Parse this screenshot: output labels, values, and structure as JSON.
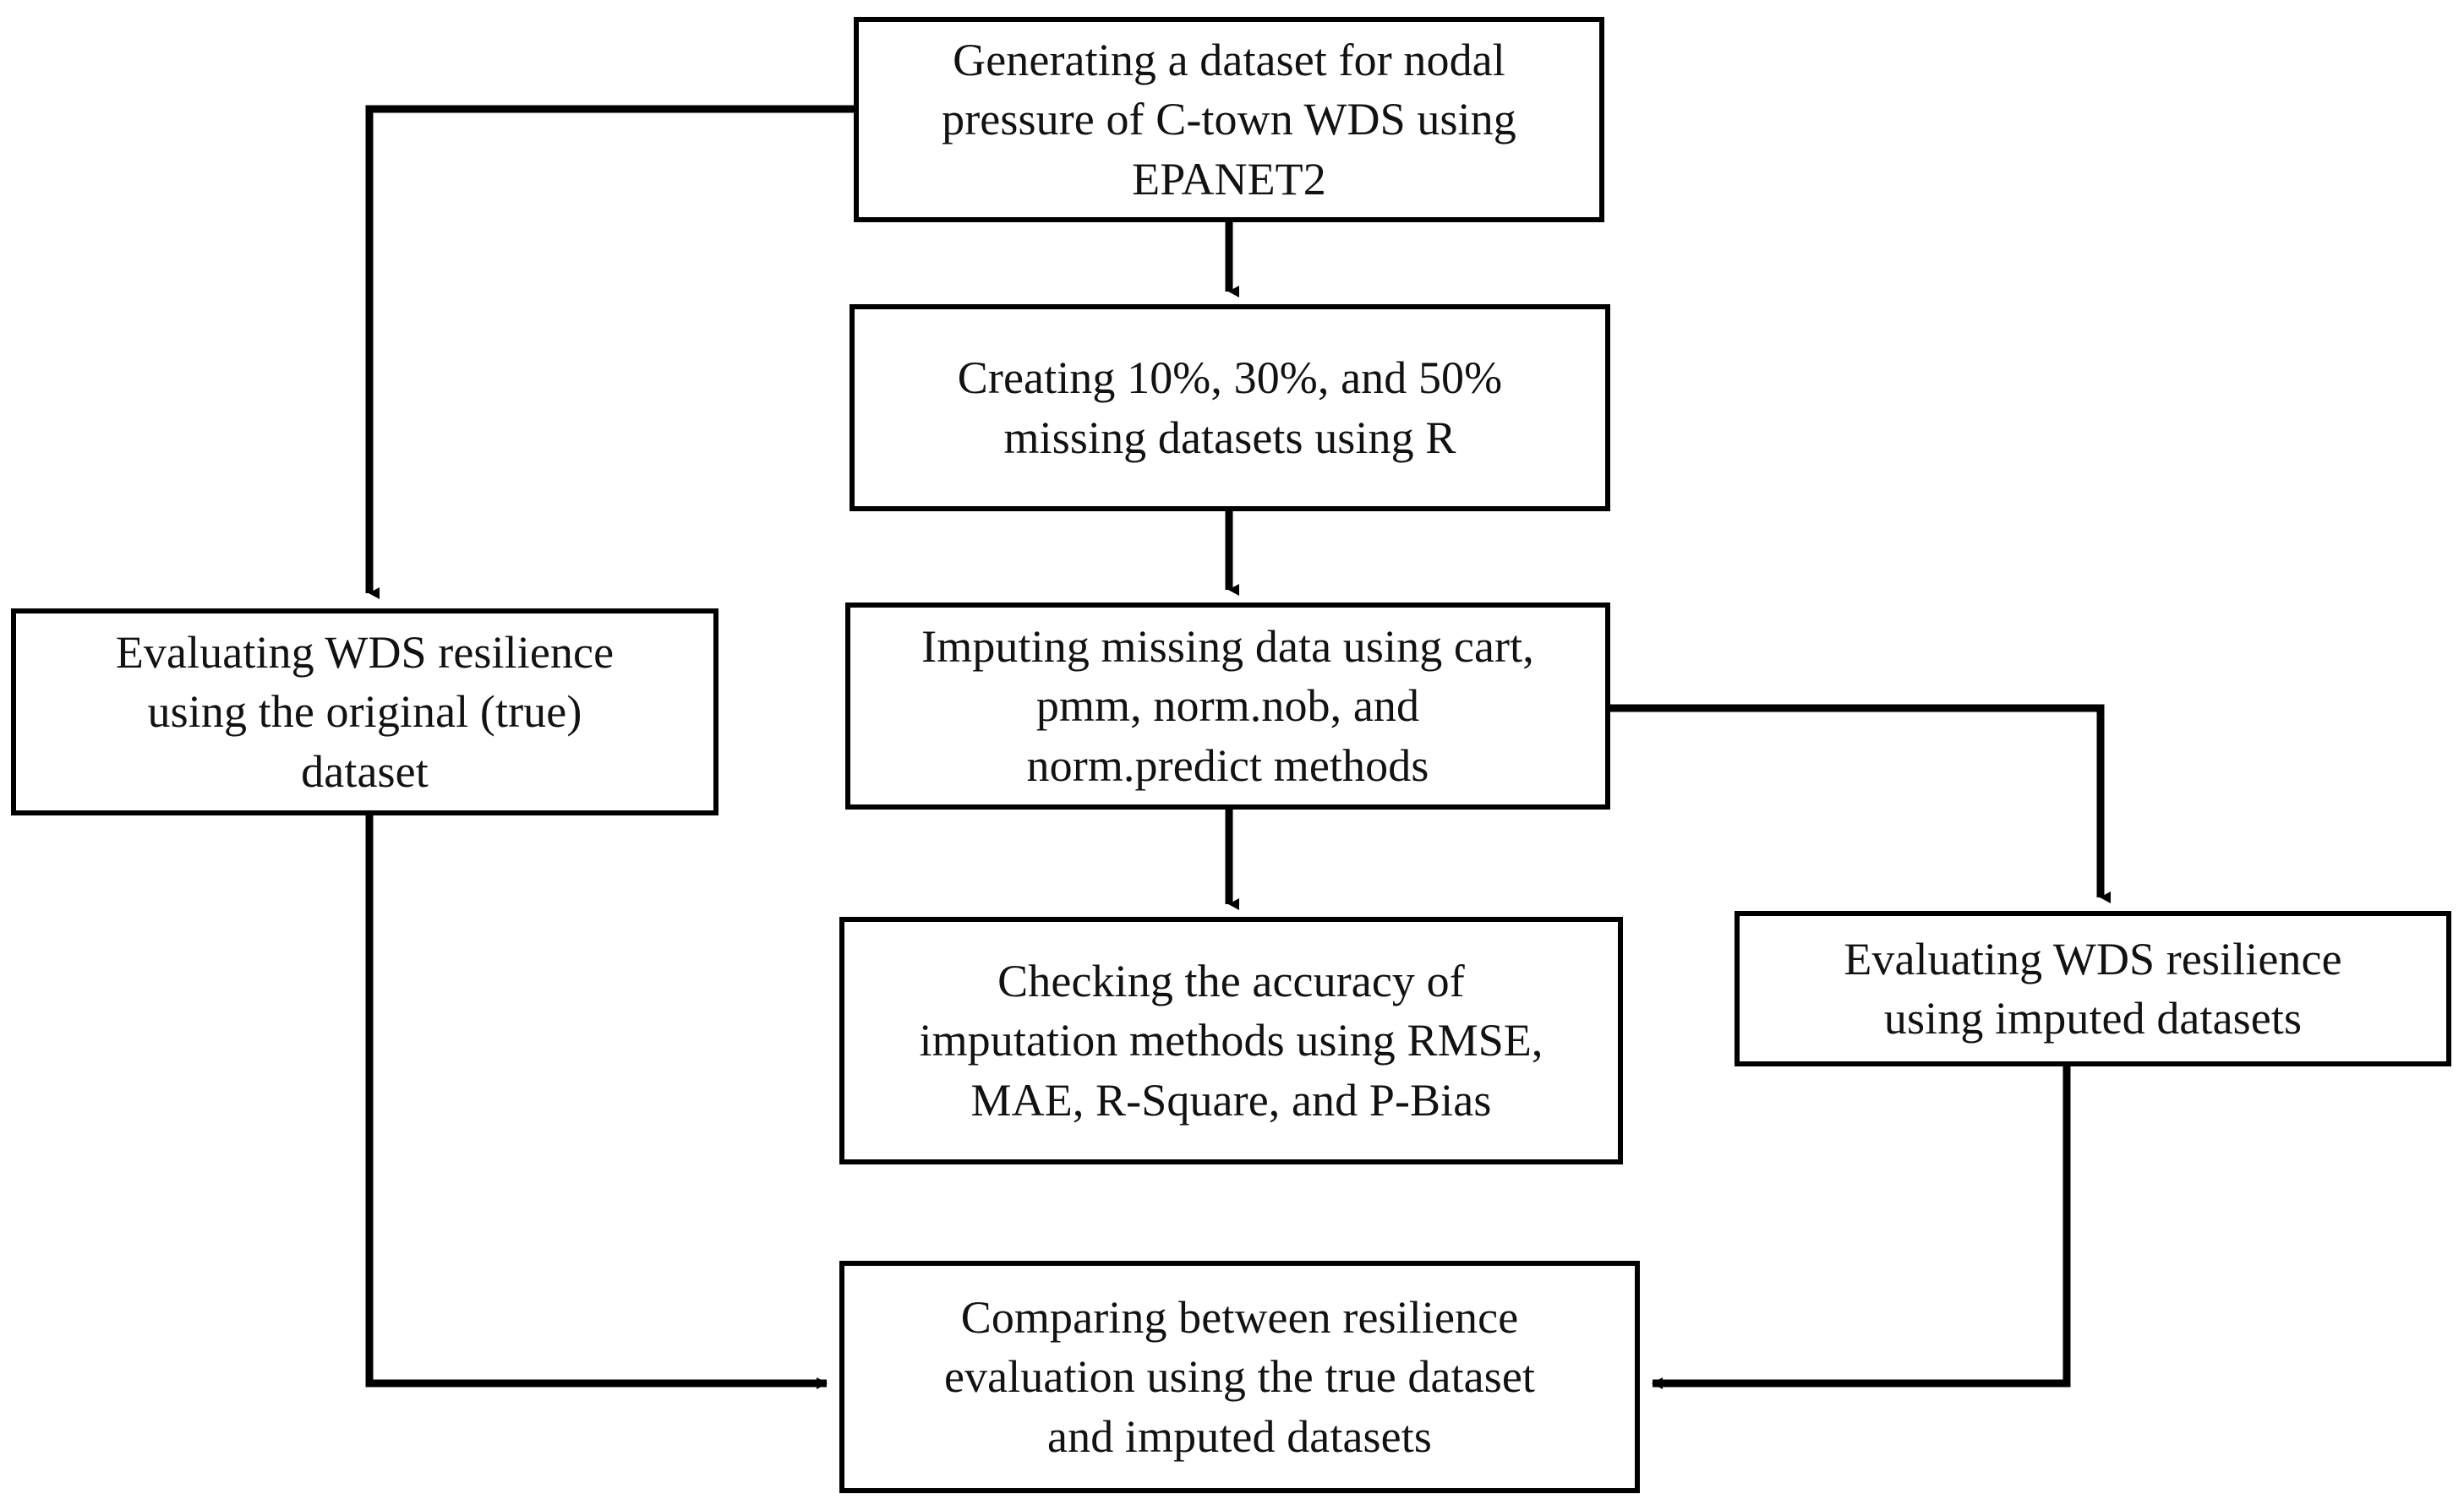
{
  "diagram": {
    "type": "flowchart",
    "background_color": "#ffffff",
    "line_color": "#000000",
    "text_color": "#121212",
    "nodes": [
      {
        "id": "generate-dataset",
        "text": "Generating a dataset for nodal\npressure of C-town WDS using\nEPANET2"
      },
      {
        "id": "create-missing",
        "text": "Creating 10%, 30%, and 50%\nmissing datasets using R"
      },
      {
        "id": "impute-missing",
        "text": "Imputing missing data using cart,\npmm, norm.nob, and\nnorm.predict methods"
      },
      {
        "id": "eval-original",
        "text": "Evaluating WDS resilience\nusing the original (true)\ndataset"
      },
      {
        "id": "check-accuracy",
        "text": "Checking the accuracy of\nimputation methods using RMSE,\nMAE, R-Square, and P-Bias"
      },
      {
        "id": "eval-imputed",
        "text": "Evaluating WDS resilience\nusing imputed datasets"
      },
      {
        "id": "compare",
        "text": "Comparing between resilience\nevaluation using the true dataset\nand imputed datasets"
      }
    ],
    "edges": [
      {
        "id": "generate-to-create",
        "from": "generate-dataset",
        "to": "create-missing",
        "style": "straight-down"
      },
      {
        "id": "generate-to-eval-original",
        "from": "generate-dataset",
        "to": "eval-original",
        "style": "left-then-down"
      },
      {
        "id": "create-to-impute",
        "from": "create-missing",
        "to": "impute-missing",
        "style": "straight-down"
      },
      {
        "id": "impute-to-check",
        "from": "impute-missing",
        "to": "check-accuracy",
        "style": "straight-down"
      },
      {
        "id": "impute-to-eval-imputed",
        "from": "impute-missing",
        "to": "eval-imputed",
        "style": "right-then-down"
      },
      {
        "id": "eval-original-to-compare",
        "from": "eval-original",
        "to": "compare",
        "style": "down-then-right"
      },
      {
        "id": "eval-imputed-to-compare",
        "from": "eval-imputed",
        "to": "compare",
        "style": "down-then-left"
      }
    ]
  }
}
